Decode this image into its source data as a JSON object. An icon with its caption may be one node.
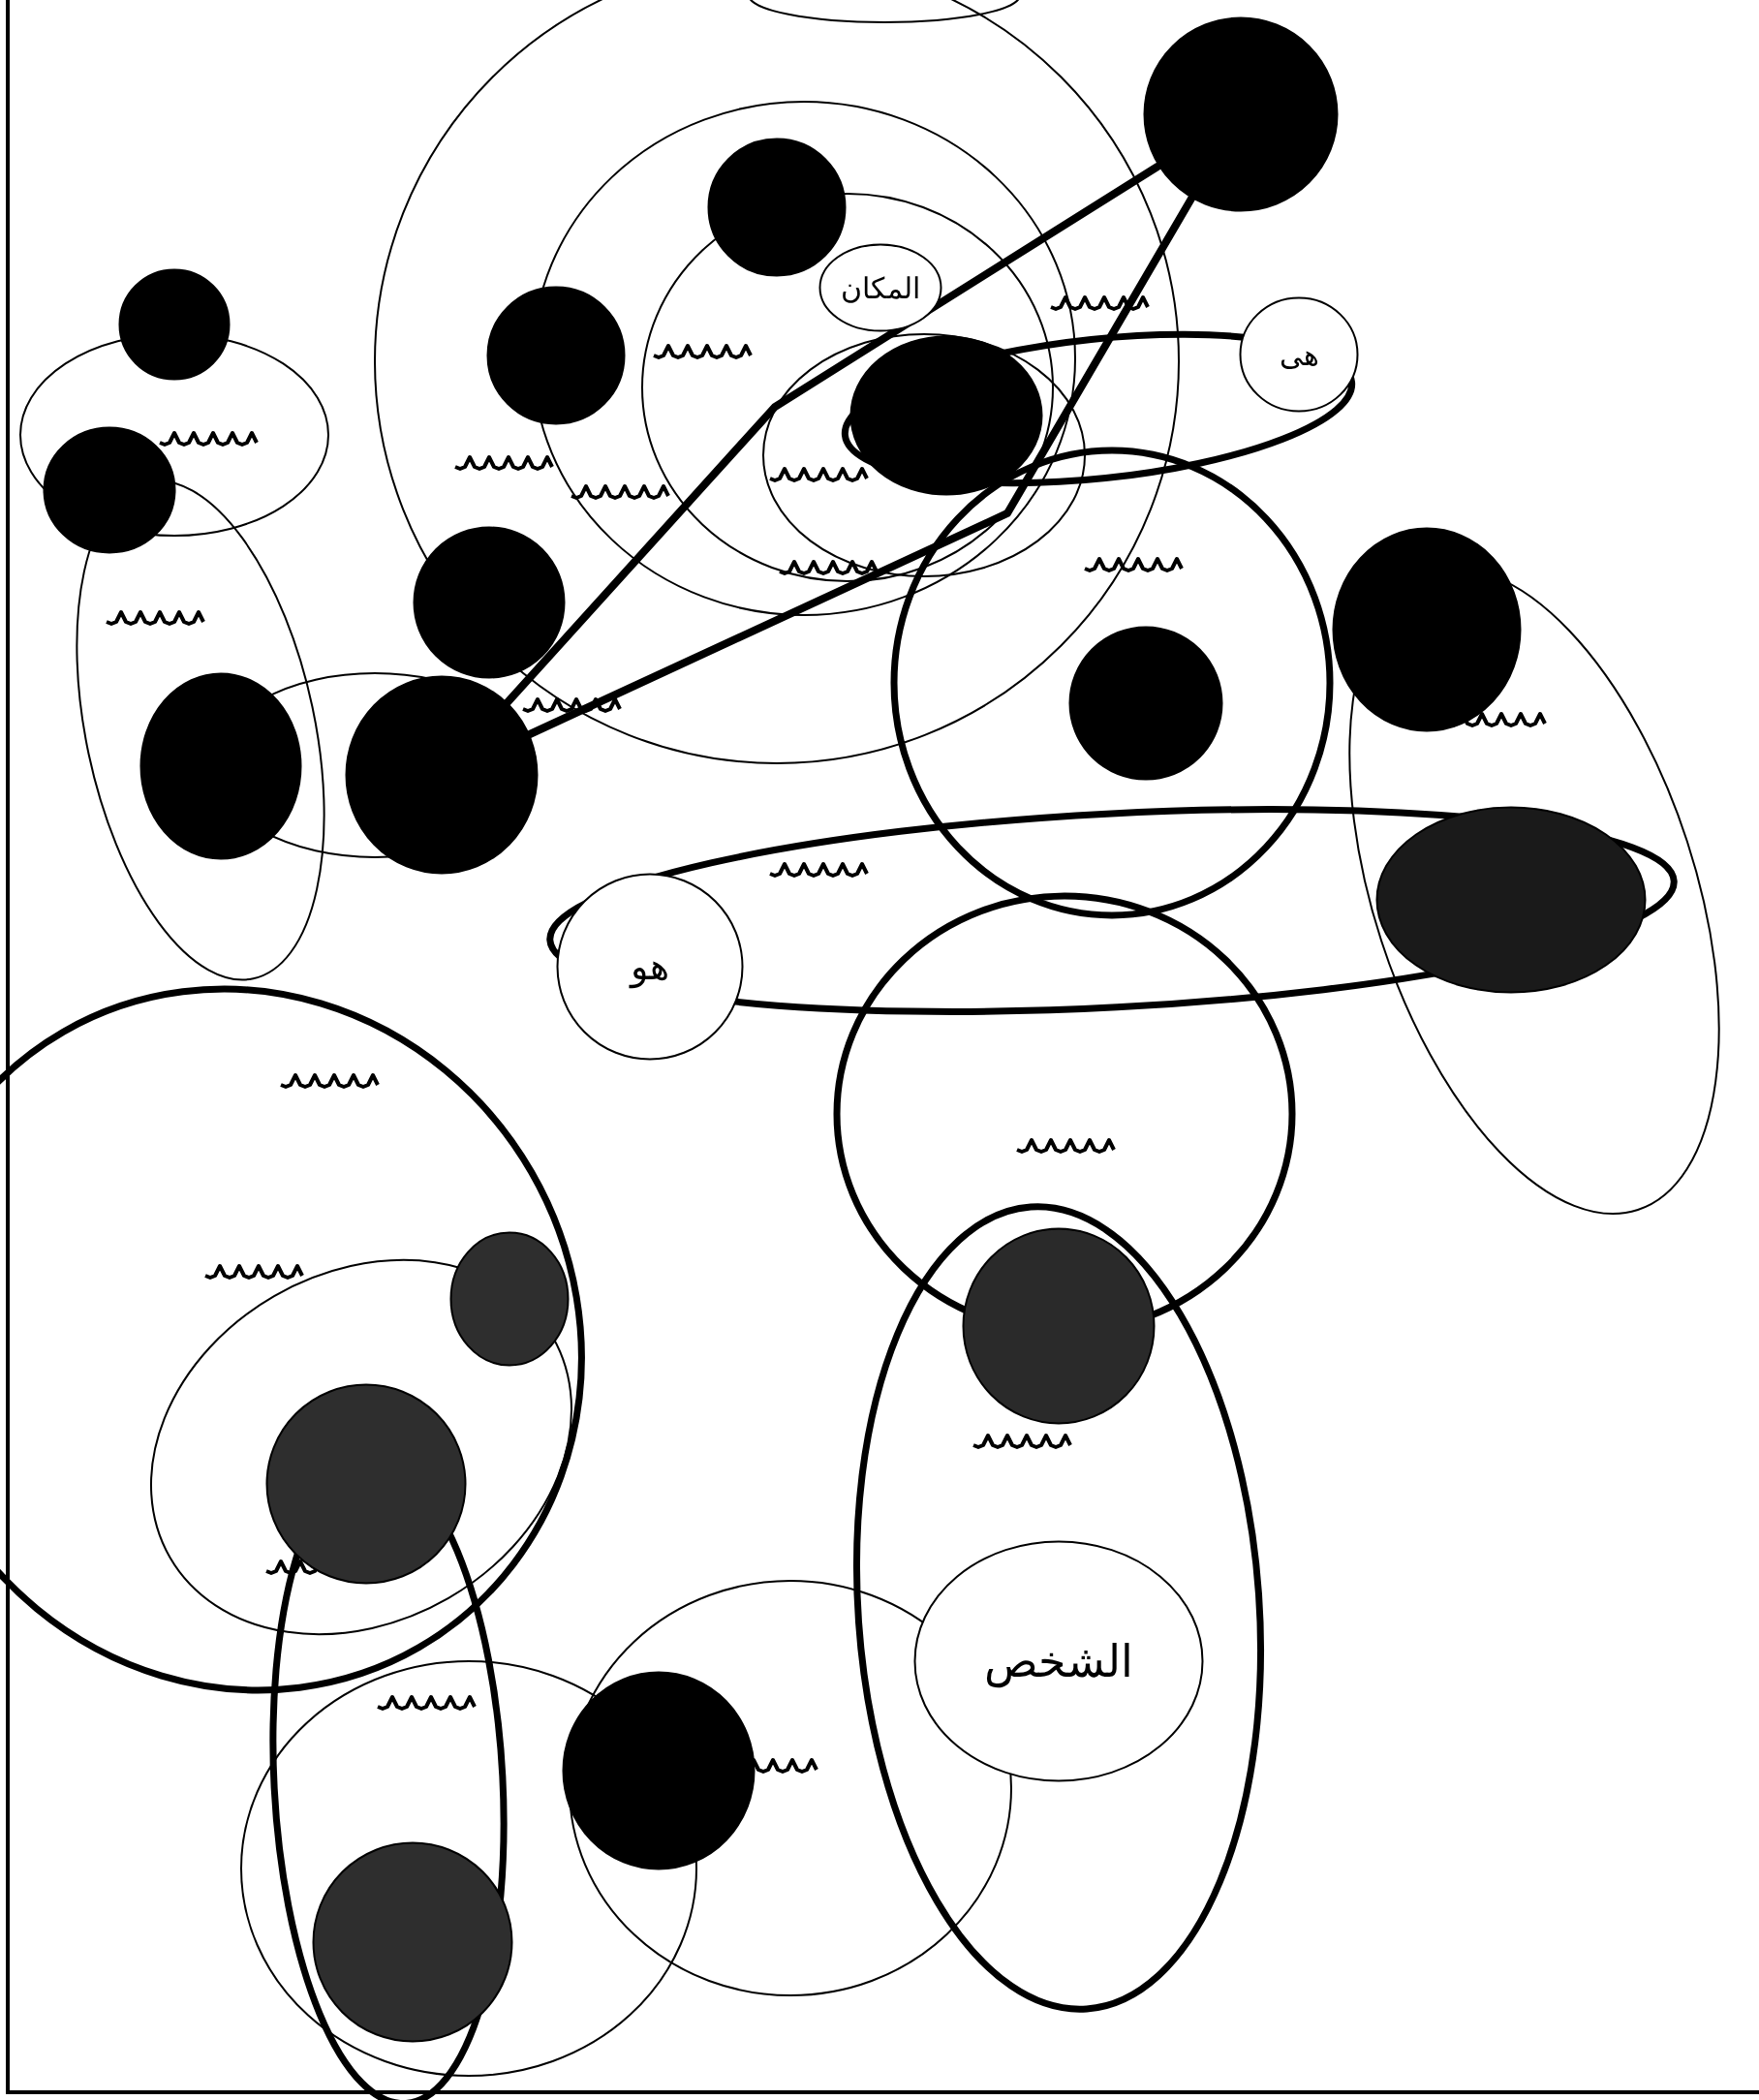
{
  "diagram": {
    "nodes": [
      {
        "text": [],
        "shape": "circle"
      },
      {
        "text": [],
        "shape": "circle"
      },
      {
        "text": [
          "المكان"
        ]
      },
      {
        "text": [],
        "shape": "circle"
      },
      {
        "text": [
          "هى"
        ]
      },
      {
        "text": [],
        "shape": "circle"
      },
      {
        "text": [],
        "shape": "circle"
      },
      {
        "text": [],
        "shape": "circle"
      },
      {
        "text": [],
        "shape": "circle"
      },
      {
        "text": [],
        "shape": "circle"
      },
      {
        "text": [],
        "shape": "circle"
      },
      {
        "text": [],
        "shape": "circle"
      },
      {
        "text": [],
        "shape": "circle"
      },
      {
        "text": [],
        "shape": "circle"
      },
      {
        "text": [
          "هو"
        ]
      },
      {
        "text": [],
        "shape": "circle"
      },
      {
        "text": [],
        "shape": "circle"
      },
      {
        "text": [],
        "shape": "circle"
      },
      {
        "text": [
          "الشخص"
        ]
      },
      {
        "text": [],
        "shape": "circle"
      },
      {
        "text": [],
        "shape": "circle"
      }
    ],
    "edges": [
      {
        "from": 12,
        "to": 0,
        "arrow": "none"
      },
      {
        "from": 12,
        "to": 0,
        "arrow": "none"
      }
    ]
  }
}
